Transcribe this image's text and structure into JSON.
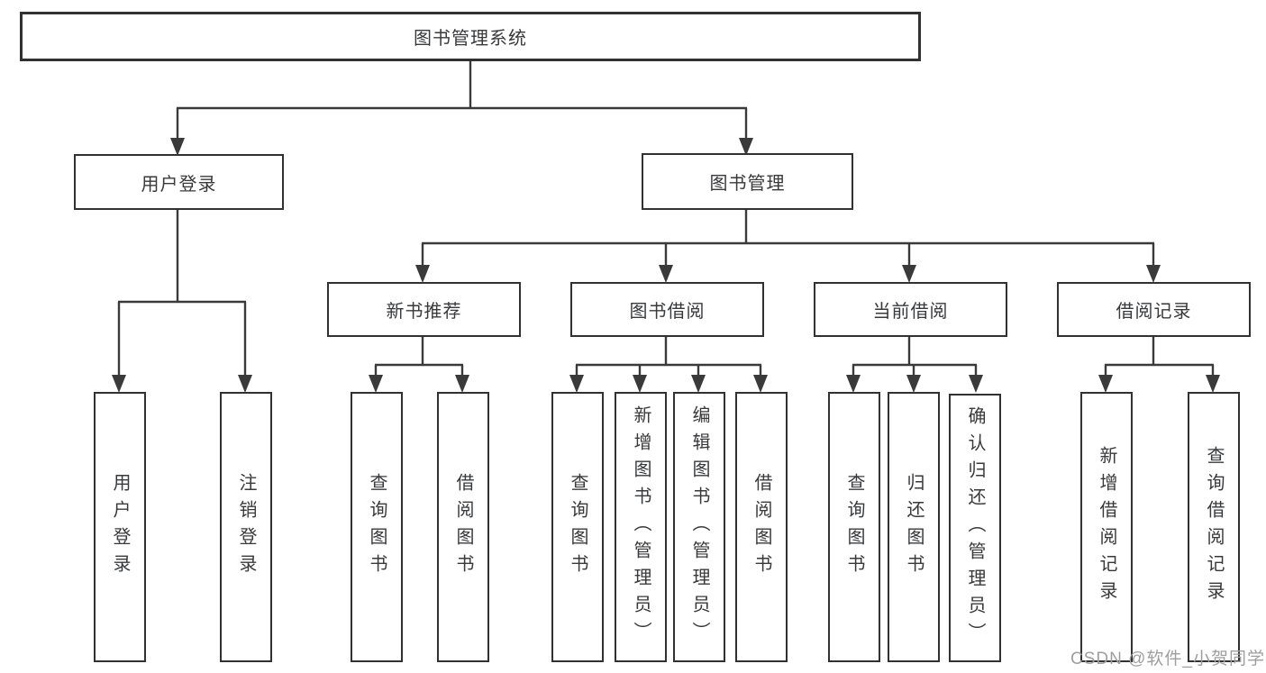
{
  "diagram": {
    "root": {
      "label": "图书管理系统"
    },
    "level2": [
      {
        "label": "用户登录"
      },
      {
        "label": "图书管理"
      }
    ],
    "level3": [
      {
        "label": "新书推荐"
      },
      {
        "label": "图书借阅"
      },
      {
        "label": "当前借阅"
      },
      {
        "label": "借阅记录"
      }
    ],
    "leaves": {
      "user_login": [
        "用户登录",
        "注销登录"
      ],
      "new_book_recommend": [
        "查询图书",
        "借阅图书"
      ],
      "book_borrow": [
        "查询图书",
        "新增图书（管理员）",
        "编辑图书（管理员）",
        "借阅图书"
      ],
      "current_borrow": [
        "查询图书",
        "归还图书",
        "确认归还（管理员）"
      ],
      "borrow_records": [
        "新增借阅记录",
        "查询借阅记录"
      ]
    },
    "watermark": "CSDN @软件_小贺同学",
    "colors": {
      "line": "#3a3a3a",
      "box_border": "#2f3133",
      "text": "#38393b",
      "watermark": "#9e9e9e",
      "background": "#ffffff"
    }
  }
}
